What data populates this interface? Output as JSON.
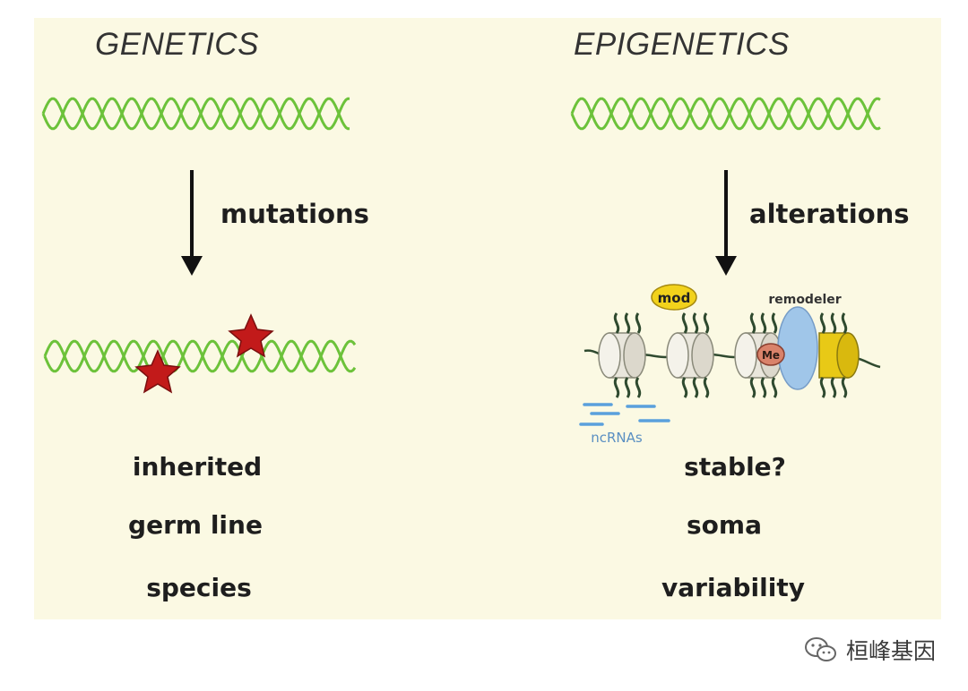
{
  "genetics": {
    "title": "GENETICS",
    "arrow_label": "mutations",
    "traits": [
      "inherited",
      "germ line",
      "species"
    ]
  },
  "epigenetics": {
    "title": "EPIGENETICS",
    "arrow_label": "alterations",
    "traits": [
      "stable?",
      "soma",
      "variability"
    ],
    "mod_label": "mod",
    "remodeler_label": "remodeler",
    "me_label": "Me",
    "ncrna_label": "ncRNAs"
  },
  "watermark": {
    "text": "桓峰基因",
    "icon": "wechat-icon"
  },
  "colors": {
    "background": "#fbf9e3",
    "dna_strand": "#6cc23a",
    "mutation_star": "#c21a1a",
    "mod_badge": "#f2d21b",
    "remodeler": "#9cc4ea",
    "ncrna": "#5aa0dc",
    "nucleosome": "#e9e6dc",
    "yellow_nucleosome": "#e8c916",
    "methyl": "#d9826a"
  }
}
